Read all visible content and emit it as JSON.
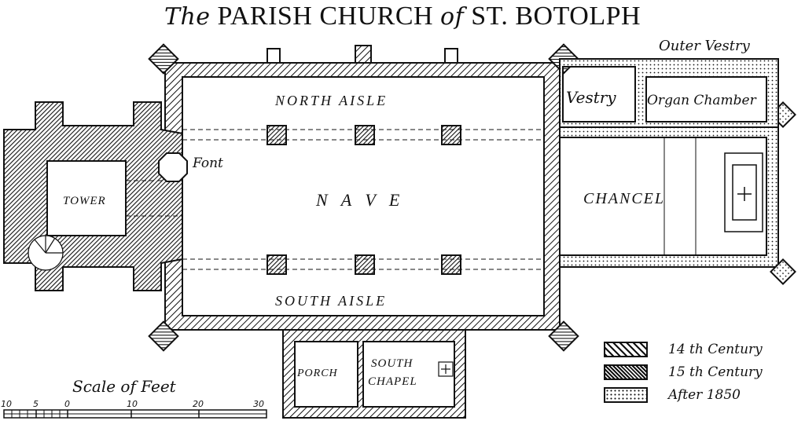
{
  "title": {
    "prefix": "The",
    "main": "PARISH CHURCH",
    "of": "of",
    "name": "ST. BOTOLPH"
  },
  "rooms": {
    "north_aisle": "NORTH AISLE",
    "nave": "N A V E",
    "south_aisle": "SOUTH AISLE",
    "tower": "TOWER",
    "font": "Font",
    "chancel": "CHANCEL",
    "vestry": "Vestry",
    "outer_vestry": "Outer Vestry",
    "organ_chamber": "Organ Chamber",
    "porch": "PORCH",
    "south_chapel_line1": "SOUTH",
    "south_chapel_line2": "CHAPEL"
  },
  "legend": [
    {
      "label": "14 th Century",
      "pattern": "hatch-14"
    },
    {
      "label": "15 th Century",
      "pattern": "hatch-15"
    },
    {
      "label": "After 1850",
      "pattern": "dots"
    }
  ],
  "scale": {
    "title": "Scale of Feet",
    "ticks": [
      "10",
      "5",
      "0",
      "10",
      "20",
      "30"
    ]
  },
  "colors": {
    "ink": "#111111",
    "paper": "#ffffff"
  },
  "icons": [
    "cross-icon",
    "spiral-stair-icon",
    "font-octagon-icon"
  ]
}
